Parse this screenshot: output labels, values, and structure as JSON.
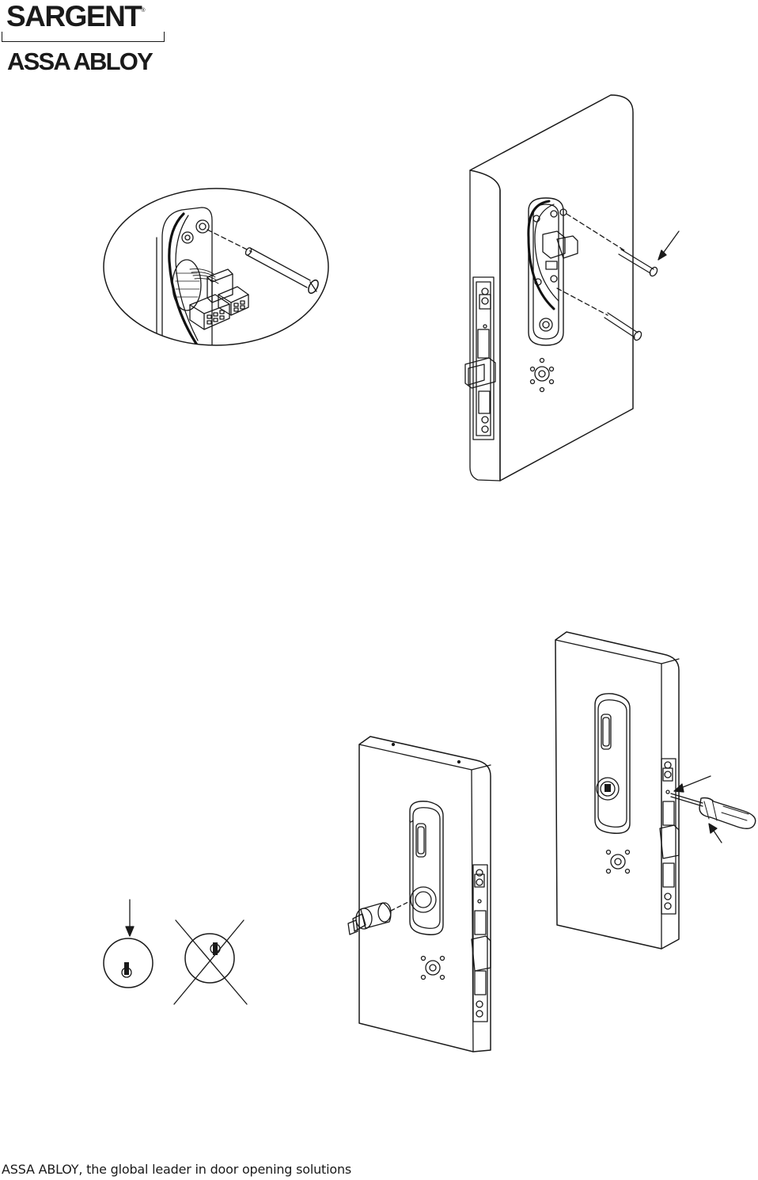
{
  "header": {
    "logo_primary": "SARGENT",
    "logo_registered": "®",
    "logo_secondary": "ASSA ABLOY"
  },
  "footer": {
    "tagline": "ASSA ABLOY, the global leader in door opening solutions"
  },
  "figures": [
    {
      "name": "detail-connector-inset"
    },
    {
      "name": "door-escutcheon-screws"
    },
    {
      "name": "cylinder-orientation-correct"
    },
    {
      "name": "cylinder-orientation-incorrect"
    },
    {
      "name": "door-cylinder-insertion"
    },
    {
      "name": "door-set-screw-tightening"
    }
  ]
}
